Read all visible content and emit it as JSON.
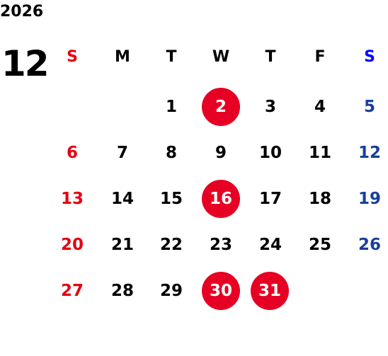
{
  "calendar": {
    "year": "2026",
    "month": "12",
    "weekdays": [
      "S",
      "M",
      "T",
      "W",
      "T",
      "F",
      "S"
    ],
    "weeks": [
      [
        "",
        "",
        "1",
        "2",
        "3",
        "4",
        "5"
      ],
      [
        "6",
        "7",
        "8",
        "9",
        "10",
        "11",
        "12"
      ],
      [
        "13",
        "14",
        "15",
        "16",
        "17",
        "18",
        "19"
      ],
      [
        "20",
        "21",
        "22",
        "23",
        "24",
        "25",
        "26"
      ],
      [
        "27",
        "28",
        "29",
        "30",
        "31",
        "",
        ""
      ]
    ],
    "highlighted_days": [
      "2",
      "16",
      "30",
      "31"
    ]
  },
  "colors": {
    "sunday": "#e60012",
    "saturday": "#1a3f99",
    "saturday_header": "#0000ff",
    "highlight_bg": "#e60023",
    "text": "#000000"
  }
}
